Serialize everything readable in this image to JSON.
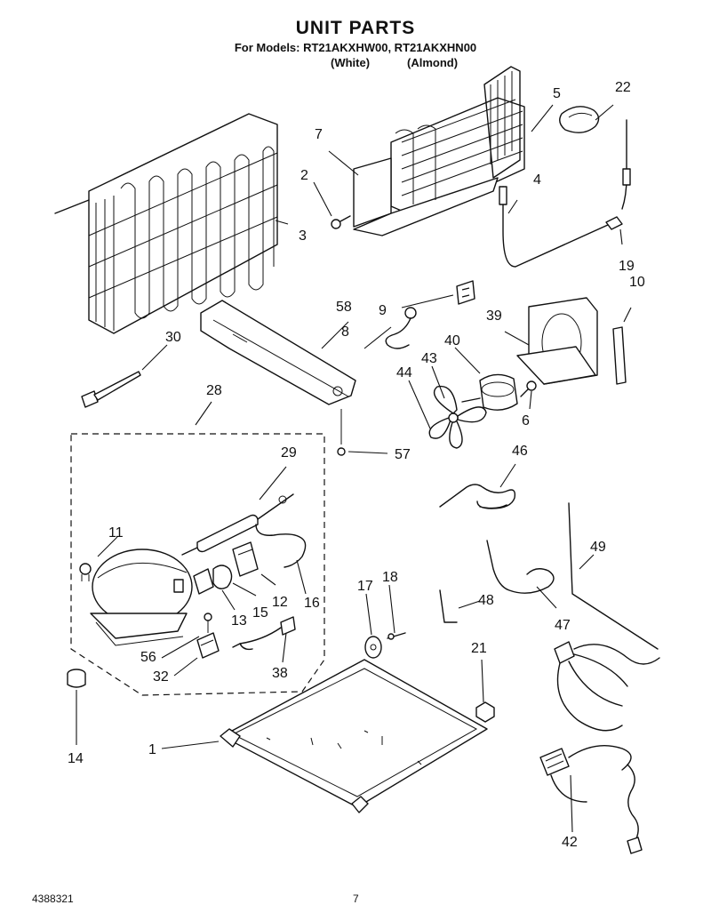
{
  "header": {
    "title": "UNIT PARTS",
    "models_line": "For Models: RT21AKXHW00, RT21AKXHN00",
    "variant_1": "(White)",
    "variant_2": "(Almond)"
  },
  "footer": {
    "document_number": "4388321",
    "page_number": "7"
  },
  "callouts": [
    "1",
    "2",
    "3",
    "4",
    "5",
    "6",
    "7",
    "8",
    "9",
    "10",
    "11",
    "12",
    "13",
    "14",
    "15",
    "16",
    "17",
    "18",
    "19",
    "21",
    "22",
    "28",
    "29",
    "30",
    "32",
    "38",
    "39",
    "40",
    "42",
    "43",
    "44",
    "46",
    "47",
    "48",
    "49",
    "56",
    "57",
    "58"
  ]
}
